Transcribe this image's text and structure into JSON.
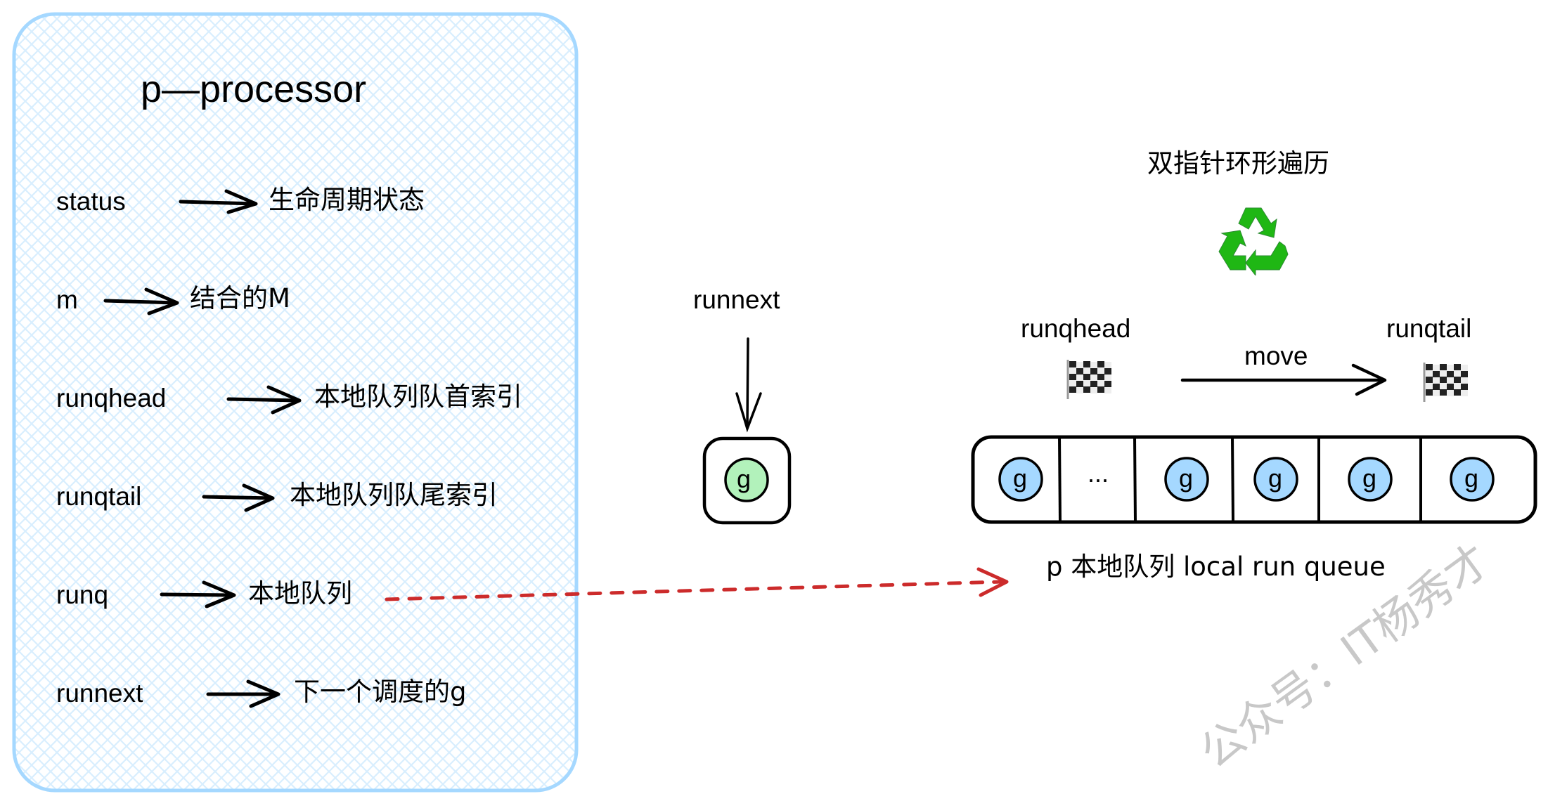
{
  "processor_panel": {
    "title": "p—processor",
    "fields": [
      {
        "name": "status",
        "desc": "生命周期状态"
      },
      {
        "name": "m",
        "desc": "结合的M"
      },
      {
        "name": "runqhead",
        "desc": "本地队列队首索引"
      },
      {
        "name": "runqtail",
        "desc": "本地队列队尾索引"
      },
      {
        "name": "runq",
        "desc": "本地队列"
      },
      {
        "name": "runnext",
        "desc": "下一个调度的g"
      }
    ]
  },
  "runnext_section": {
    "label": "runnext",
    "goroutine": "g"
  },
  "local_queue": {
    "heading": "双指针环形遍历",
    "icon": "recycle-icon",
    "head_label": "runqhead",
    "tail_label": "runqtail",
    "move_label": "move",
    "head_marker_icon": "checkered-flag-icon",
    "tail_marker_icon": "checkered-flag-icon",
    "slots": [
      "g",
      "...",
      "g",
      "g",
      "g",
      "g"
    ],
    "caption": "p 本地队列 local run queue"
  },
  "watermark": "公众号：IT杨秀才",
  "colors": {
    "panel_border": "#a5d8ff",
    "panel_hatch": "#d8eefe",
    "goroutine_blue": "#a5d8ff",
    "goroutine_green": "#b2f2bb",
    "dashed_arrow": "#cc2b2b",
    "watermark": "#c8c8c8"
  }
}
